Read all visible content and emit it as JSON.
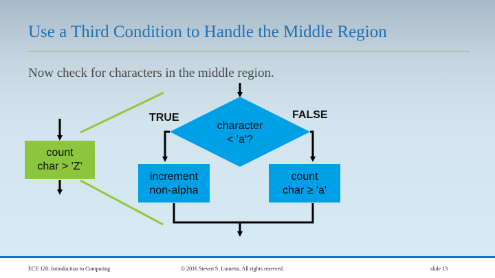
{
  "slide": {
    "title": "Use a Third Condition to Handle the Middle Region",
    "subtitle": "Now check for characters in the middle region."
  },
  "diagram": {
    "left_box": {
      "line1": "count",
      "line2": "char > 'Z'"
    },
    "decision": {
      "line1": "character",
      "line2": "< 'a'?"
    },
    "true_label": "TRUE",
    "false_label": "FALSE",
    "true_box": {
      "line1": "increment",
      "line2": "non-alpha"
    },
    "false_box": {
      "line1": "count",
      "line2": "char ≥ 'a'"
    },
    "colors": {
      "green_box": "#8cc63f",
      "cyan_shape": "#00a0e6",
      "title_blue": "#1f70b8",
      "zoom_lines": "#92c83e"
    }
  },
  "footer": {
    "course": "ECE 120: Introduction to Computing",
    "copyright": "© 2016 Steven S. Lumetta.  All rights reserved.",
    "slide_number": "slide 13"
  }
}
